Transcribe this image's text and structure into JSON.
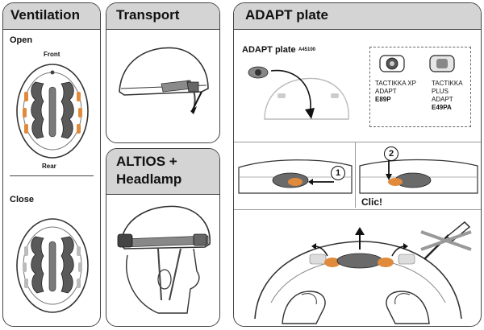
{
  "ventilation": {
    "title": "Ventilation",
    "open_label": "Open",
    "front_label": "Front",
    "rear_label": "Rear",
    "close_label": "Close"
  },
  "transport": {
    "title": "Transport"
  },
  "altios": {
    "title_line1": "ALTIOS +",
    "title_line2": "Headlamp"
  },
  "adapt": {
    "title": "ADAPT plate",
    "plate_label": "ADAPT plate",
    "plate_ref": "A45100",
    "compat_left": [
      "TACTIKKA XP",
      "ADAPT",
      "E89P"
    ],
    "compat_right": [
      "TACTIKKA",
      "PLUS",
      "ADAPT",
      "E49PA"
    ],
    "step1": "1",
    "step2": "2",
    "clic_label": "Clic!"
  },
  "colors": {
    "header_bg": "#d4d4d4",
    "border": "#444444",
    "accent_orange": "#e08a3c",
    "dark_fill": "#555555"
  }
}
